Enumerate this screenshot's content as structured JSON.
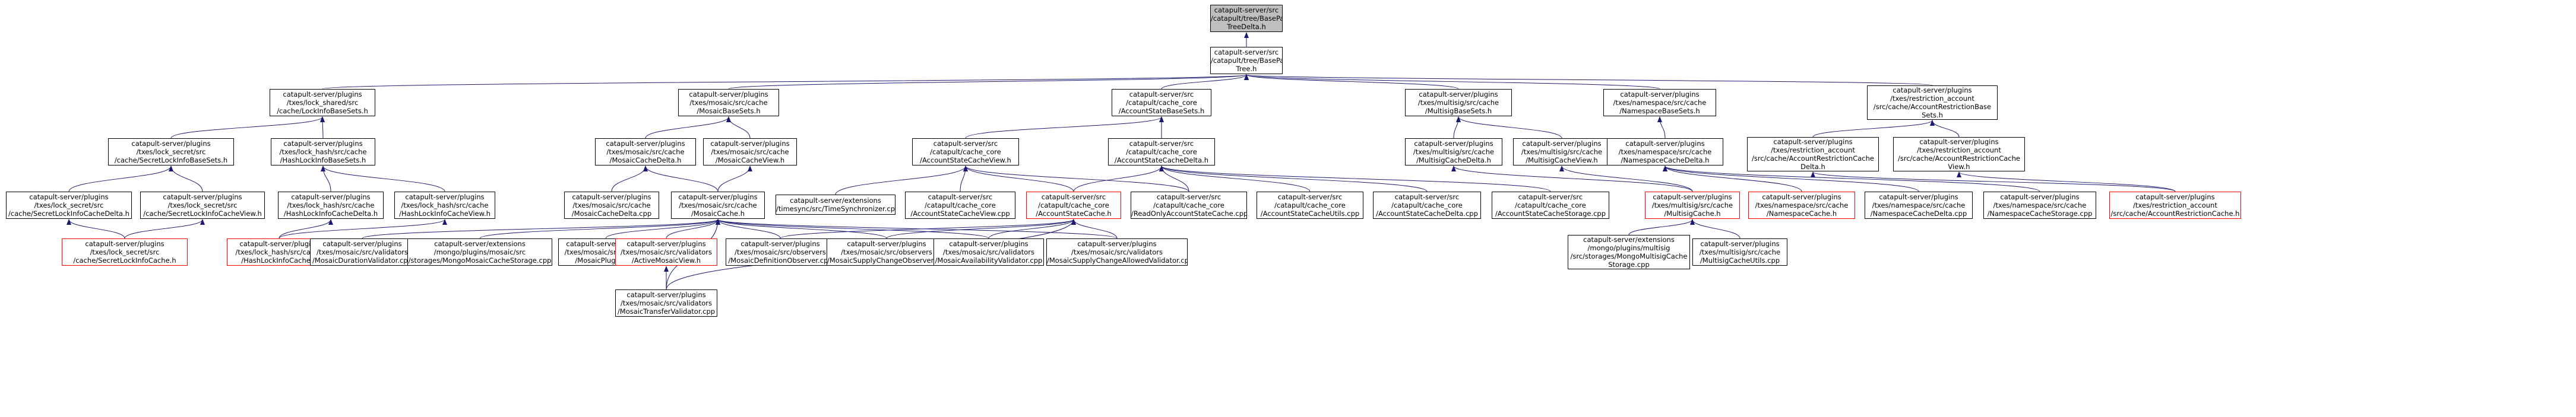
{
  "colors": {
    "root_fill": "#bfbfbf",
    "node_border": "#000000",
    "highlight_border": "#ff0000",
    "edge": "#191970"
  },
  "nodes": [
    {
      "id": "root",
      "lines": [
        "catapult-server/src",
        "/catapult/tree/BasePatricia",
        "TreeDelta.h"
      ]
    },
    {
      "id": "bpt",
      "lines": [
        "catapult-server/src",
        "/catapult/tree/BasePatricia",
        "Tree.h"
      ]
    },
    {
      "id": "lockinfo_base",
      "lines": [
        "catapult-server/plugins",
        "/txes/lock_shared/src",
        "/cache/LockInfoBaseSets.h"
      ]
    },
    {
      "id": "mosaic_base",
      "lines": [
        "catapult-server/plugins",
        "/txes/mosaic/src/cache",
        "/MosaicBaseSets.h"
      ]
    },
    {
      "id": "acct_base",
      "lines": [
        "catapult-server/src",
        "/catapult/cache_core",
        "/AccountStateBaseSets.h"
      ]
    },
    {
      "id": "multisig_base",
      "lines": [
        "catapult-server/plugins",
        "/txes/multisig/src/cache",
        "/MultisigBaseSets.h"
      ]
    },
    {
      "id": "ns_base",
      "lines": [
        "catapult-server/plugins",
        "/txes/namespace/src/cache",
        "/NamespaceBaseSets.h"
      ]
    },
    {
      "id": "restr_base",
      "lines": [
        "catapult-server/plugins",
        "/txes/restriction_account",
        "/src/cache/AccountRestrictionBase",
        "Sets.h"
      ]
    },
    {
      "id": "secret_base",
      "lines": [
        "catapult-server/plugins",
        "/txes/lock_secret/src",
        "/cache/SecretLockInfoBaseSets.h"
      ]
    },
    {
      "id": "hash_base",
      "lines": [
        "catapult-server/plugins",
        "/txes/lock_hash/src/cache",
        "/HashLockInfoBaseSets.h"
      ]
    },
    {
      "id": "mosaic_delta",
      "lines": [
        "catapult-server/plugins",
        "/txes/mosaic/src/cache",
        "/MosaicCacheDelta.h"
      ]
    },
    {
      "id": "mosaic_view",
      "lines": [
        "catapult-server/plugins",
        "/txes/mosaic/src/cache",
        "/MosaicCacheView.h"
      ]
    },
    {
      "id": "acct_view",
      "lines": [
        "catapult-server/src",
        "/catapult/cache_core",
        "/AccountStateCacheView.h"
      ]
    },
    {
      "id": "acct_delta",
      "lines": [
        "catapult-server/src",
        "/catapult/cache_core",
        "/AccountStateCacheDelta.h"
      ]
    },
    {
      "id": "multisig_delta",
      "lines": [
        "catapult-server/plugins",
        "/txes/multisig/src/cache",
        "/MultisigCacheDelta.h"
      ]
    },
    {
      "id": "multisig_view",
      "lines": [
        "catapult-server/plugins",
        "/txes/multisig/src/cache",
        "/MultisigCacheView.h"
      ]
    },
    {
      "id": "ns_delta",
      "lines": [
        "catapult-server/plugins",
        "/txes/namespace/src/cache",
        "/NamespaceCacheDelta.h"
      ]
    },
    {
      "id": "restr_delta",
      "lines": [
        "catapult-server/plugins",
        "/txes/restriction_account",
        "/src/cache/AccountRestrictionCache",
        "Delta.h"
      ]
    },
    {
      "id": "restr_view",
      "lines": [
        "catapult-server/plugins",
        "/txes/restriction_account",
        "/src/cache/AccountRestrictionCache",
        "View.h"
      ]
    },
    {
      "id": "secret_delta",
      "lines": [
        "catapult-server/plugins",
        "/txes/lock_secret/src",
        "/cache/SecretLockInfoCacheDelta.h"
      ]
    },
    {
      "id": "secret_view",
      "lines": [
        "catapult-server/plugins",
        "/txes/lock_secret/src",
        "/cache/SecretLockInfoCacheView.h"
      ]
    },
    {
      "id": "hash_delta",
      "lines": [
        "catapult-server/plugins",
        "/txes/lock_hash/src/cache",
        "/HashLockInfoCacheDelta.h"
      ]
    },
    {
      "id": "hash_view",
      "lines": [
        "catapult-server/plugins",
        "/txes/lock_hash/src/cache",
        "/HashLockInfoCacheView.h"
      ]
    },
    {
      "id": "mosaic_delta_cpp",
      "lines": [
        "catapult-server/plugins",
        "/txes/mosaic/src/cache",
        "/MosaicCacheDelta.cpp"
      ]
    },
    {
      "id": "mosaic_cache",
      "lines": [
        "catapult-server/plugins",
        "/txes/mosaic/src/cache",
        "/MosaicCache.h"
      ]
    },
    {
      "id": "time_sync",
      "lines": [
        "catapult-server/extensions",
        "/timesync/src/TimeSynchronizer.cpp"
      ]
    },
    {
      "id": "acct_view_cpp",
      "lines": [
        "catapult-server/src",
        "/catapult/cache_core",
        "/AccountStateCacheView.cpp"
      ]
    },
    {
      "id": "acct_cache",
      "lines": [
        "catapult-server/src",
        "/catapult/cache_core",
        "/AccountStateCache.h"
      ]
    },
    {
      "id": "readonly_acct",
      "lines": [
        "catapult-server/src",
        "/catapult/cache_core",
        "/ReadOnlyAccountStateCache.cpp"
      ]
    },
    {
      "id": "acct_utils",
      "lines": [
        "catapult-server/src",
        "/catapult/cache_core",
        "/AccountStateCacheUtils.cpp"
      ]
    },
    {
      "id": "acct_delta_cpp",
      "lines": [
        "catapult-server/src",
        "/catapult/cache_core",
        "/AccountStateCacheDelta.cpp"
      ]
    },
    {
      "id": "acct_storage",
      "lines": [
        "catapult-server/src",
        "/catapult/cache_core",
        "/AccountStateCacheStorage.cpp"
      ]
    },
    {
      "id": "multisig_cache",
      "lines": [
        "catapult-server/plugins",
        "/txes/multisig/src/cache",
        "/MultisigCache.h"
      ]
    },
    {
      "id": "ns_cache",
      "lines": [
        "catapult-server/plugins",
        "/txes/namespace/src/cache",
        "/NamespaceCache.h"
      ]
    },
    {
      "id": "ns_delta_cpp",
      "lines": [
        "catapult-server/plugins",
        "/txes/namespace/src/cache",
        "/NamespaceCacheDelta.cpp"
      ]
    },
    {
      "id": "ns_storage",
      "lines": [
        "catapult-server/plugins",
        "/txes/namespace/src/cache",
        "/NamespaceCacheStorage.cpp"
      ]
    },
    {
      "id": "restr_cache",
      "lines": [
        "catapult-server/plugins",
        "/txes/restriction_account",
        "/src/cache/AccountRestrictionCache.h"
      ]
    },
    {
      "id": "secret_cache",
      "lines": [
        "catapult-server/plugins",
        "/txes/lock_secret/src",
        "/cache/SecretLockInfoCache.h"
      ]
    },
    {
      "id": "hash_cache",
      "lines": [
        "catapult-server/plugins",
        "/txes/lock_hash/src/cache",
        "/HashLockInfoCache.h"
      ]
    },
    {
      "id": "duration_val",
      "lines": [
        "catapult-server/plugins",
        "/txes/mosaic/src/validators",
        "/MosaicDurationValidator.cpp"
      ]
    },
    {
      "id": "mongo_mosaic",
      "lines": [
        "catapult-server/extensions",
        "/mongo/plugins/mosaic/src",
        "/storages/MongoMosaicCacheStorage.cpp"
      ]
    },
    {
      "id": "mosaic_plugin",
      "lines": [
        "catapult-server/plugins",
        "/txes/mosaic/src/plugins",
        "/MosaicPlugin.cpp"
      ]
    },
    {
      "id": "active_mosaic",
      "lines": [
        "catapult-server/plugins",
        "/txes/mosaic/src/validators",
        "/ActiveMosaicView.h"
      ]
    },
    {
      "id": "def_observer",
      "lines": [
        "catapult-server/plugins",
        "/txes/mosaic/src/observers",
        "/MosaicDefinitionObserver.cpp"
      ]
    },
    {
      "id": "supply_observer",
      "lines": [
        "catapult-server/plugins",
        "/txes/mosaic/src/observers",
        "/MosaicSupplyChangeObserver.cpp"
      ]
    },
    {
      "id": "avail_val",
      "lines": [
        "catapult-server/plugins",
        "/txes/mosaic/src/validators",
        "/MosaicAvailabilityValidator.cpp"
      ]
    },
    {
      "id": "supply_allowed",
      "lines": [
        "catapult-server/plugins",
        "/txes/mosaic/src/validators",
        "/MosaicSupplyChangeAllowedValidator.cpp"
      ]
    },
    {
      "id": "mongo_multisig",
      "lines": [
        "catapult-server/extensions",
        "/mongo/plugins/multisig",
        "/src/storages/MongoMultisigCache",
        "Storage.cpp"
      ]
    },
    {
      "id": "multisig_utils",
      "lines": [
        "catapult-server/plugins",
        "/txes/multisig/src/cache",
        "/MultisigCacheUtils.cpp"
      ]
    },
    {
      "id": "transfer_val",
      "lines": [
        "catapult-server/plugins",
        "/txes/mosaic/src/validators",
        "/MosaicTransferValidator.cpp"
      ]
    }
  ]
}
